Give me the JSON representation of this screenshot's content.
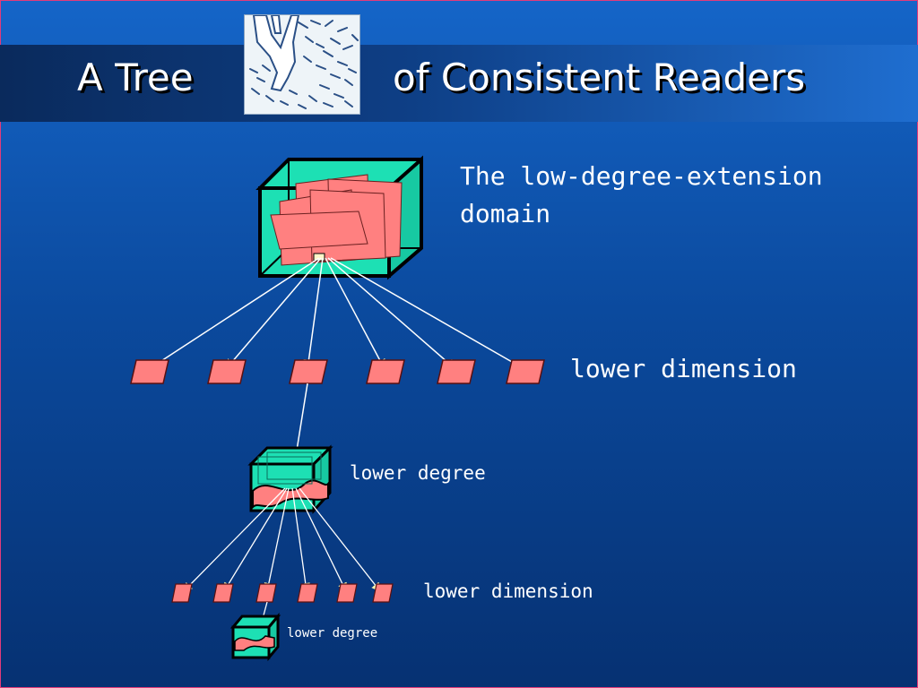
{
  "slide": {
    "title_left": "A Tree",
    "title_right": "of Consistent Readers",
    "logo_icon": "tree-branching-icon"
  },
  "diagram": {
    "domain_label": "The low-degree-extension\ndomain",
    "level1_label": "lower dimension",
    "level1_degree_label": "lower degree",
    "level2_label": "lower dimension",
    "level2_degree_label": "lower degree"
  },
  "colors": {
    "background": "#0b4a9e",
    "cube_fill": "#1de0b4",
    "plane_fill": "#ff7b7b",
    "arrow": "#ffffff",
    "text": "#ffffff"
  }
}
